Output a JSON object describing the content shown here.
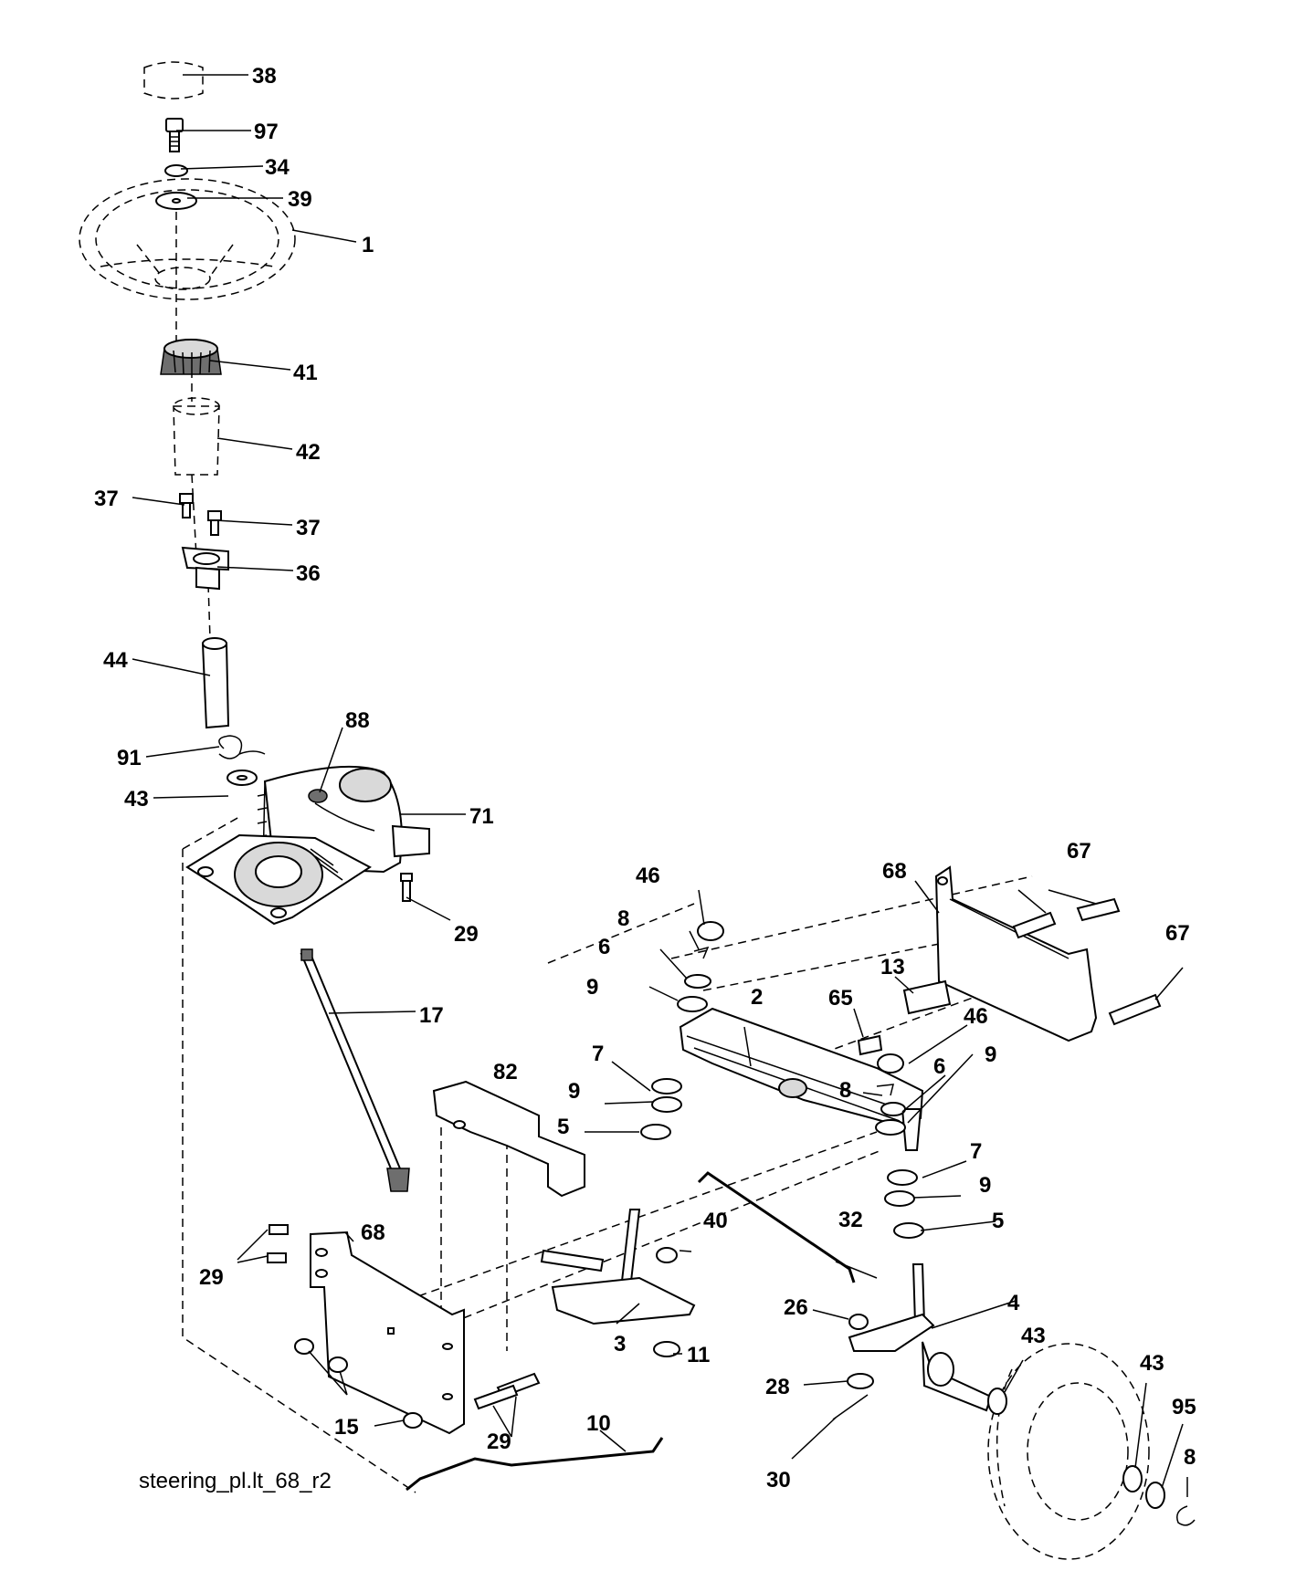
{
  "diagram": {
    "footer_code": "steering_pl.lt_68_r2",
    "callouts": {
      "c38": "38",
      "c97": "97",
      "c34": "34",
      "c39": "39",
      "c1": "1",
      "c41": "41",
      "c42": "42",
      "c37a": "37",
      "c37b": "37",
      "c36": "36",
      "c44": "44",
      "c88": "88",
      "c91": "91",
      "c43a": "43",
      "c71": "71",
      "c29a": "29",
      "c17": "17",
      "c46a": "46",
      "c8a": "8",
      "c6a": "6",
      "c9a": "9",
      "c7a": "7",
      "c9b": "9",
      "c5a": "5",
      "c82": "82",
      "c68a": "68",
      "c67a": "67",
      "c67b": "67",
      "c13": "13",
      "c65": "65",
      "c2": "2",
      "c46b": "46",
      "c8b": "8",
      "c6b": "6",
      "c9c": "9",
      "c7b": "7",
      "c9d": "9",
      "c5b": "5",
      "c32": "32",
      "c40": "40",
      "c26": "26",
      "c4": "4",
      "c43b": "43",
      "c43c": "43",
      "c95": "95",
      "c8c": "8",
      "c3": "3",
      "c11": "11",
      "c28": "28",
      "c30": "30",
      "c10": "10",
      "c68b": "68",
      "c29b": "29",
      "c29c": "29",
      "c15": "15"
    }
  }
}
